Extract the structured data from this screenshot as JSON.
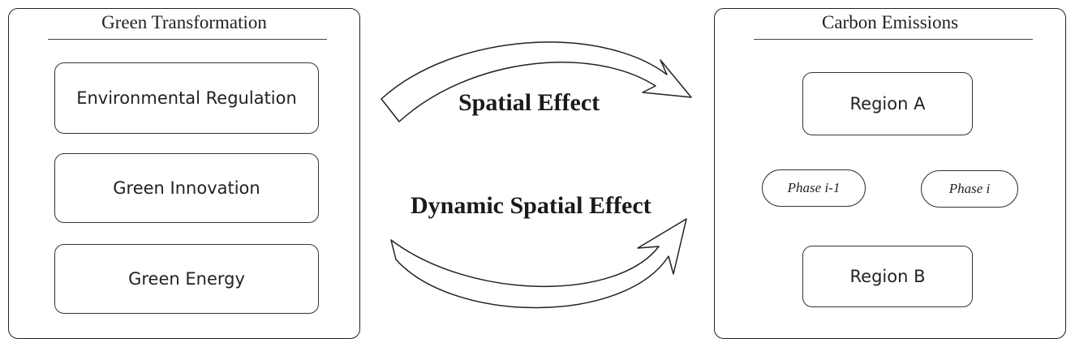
{
  "left_panel": {
    "title": "Green Transformation",
    "items": [
      {
        "label": "Environmental Regulation"
      },
      {
        "label": "Green Innovation"
      },
      {
        "label": "Green Energy"
      }
    ]
  },
  "right_panel": {
    "title": "Carbon Emissions",
    "region_a": "Region A",
    "region_b": "Region B",
    "phase_prev": "Phase i-1",
    "phase_current": "Phase i"
  },
  "connectors": {
    "spatial_effect": "Spatial Effect",
    "dynamic_spatial_effect": "Dynamic Spatial Effect"
  }
}
